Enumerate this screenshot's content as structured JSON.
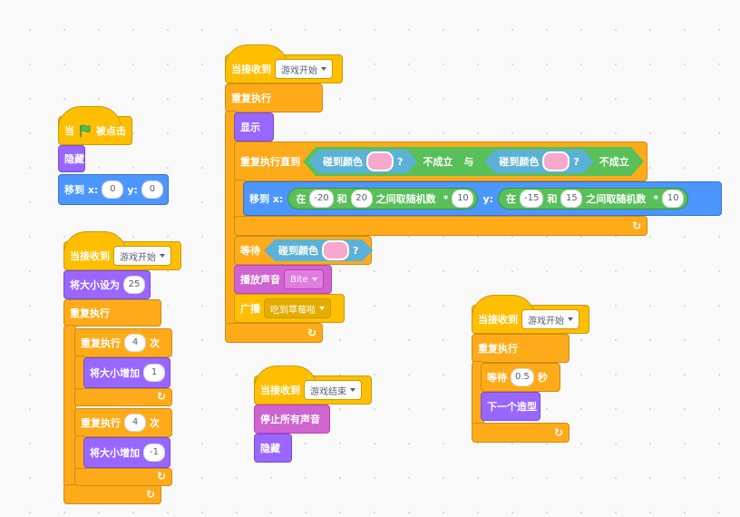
{
  "scripts": {
    "flag": {
      "hat_when": "当",
      "hat_clicked": "被点击",
      "hide": "隐藏",
      "goto_label": "移到 x:",
      "goto_y_label": "y:",
      "goto_x": "0",
      "goto_y": "0"
    },
    "sizeloop": {
      "hat_label": "当接收到",
      "hat_msg": "游戏开始",
      "setsize_label": "将大小设为",
      "setsize_value": "25",
      "forever": "重复执行",
      "repeat1_label": "重复执行",
      "repeat1_count": "4",
      "repeat1_unit": "次",
      "change1_label": "将大小增加",
      "change1_value": "1",
      "repeat2_label": "重复执行",
      "repeat2_count": "4",
      "repeat2_unit": "次",
      "change2_label": "将大小增加",
      "change2_value": "-1"
    },
    "main": {
      "hat_label": "当接收到",
      "hat_msg": "游戏开始",
      "forever": "重复执行",
      "show": "显示",
      "repeat_until": "重复执行直到",
      "touch_color1": "碰到颜色",
      "q1": "?",
      "not1": "不成立",
      "and": "与",
      "touch_color2": "碰到颜色",
      "q2": "?",
      "not2": "不成立",
      "goto_label": "移到 x:",
      "rand1_in": "在",
      "rand1_from": "-20",
      "rand1_and": "和",
      "rand1_to": "20",
      "rand1_pick": "之间取随机数",
      "mul1": "*",
      "mul1_value": "10",
      "goto_y_label": "y:",
      "rand2_in": "在",
      "rand2_from": "-15",
      "rand2_and": "和",
      "rand2_to": "15",
      "rand2_pick": "之间取随机数",
      "mul2": "*",
      "mul2_value": "10",
      "wait_label": "等待",
      "touch_color3": "碰到颜色",
      "q3": "?",
      "play_label": "播放声音",
      "play_sound": "Bite",
      "broadcast_label": "广播",
      "broadcast_msg": "吃到草莓啦"
    },
    "stop": {
      "hat_label": "当接收到",
      "hat_msg": "游戏结束",
      "stop_sounds": "停止所有声音",
      "hide": "隐藏"
    },
    "costume": {
      "hat_label": "当接收到",
      "hat_msg": "游戏开始",
      "forever": "重复执行",
      "wait_label": "等待",
      "wait_value": "0.5",
      "wait_unit": "秒",
      "next_costume": "下一个造型"
    }
  },
  "colors": {
    "events": "#ffbf00",
    "control": "#ffab19",
    "looks": "#9966ff",
    "motion": "#4c97ff",
    "sound": "#cf63cf",
    "sensing": "#5cb1d6",
    "operators": "#59c059",
    "touch_swatch": "#f7a8cf"
  },
  "icons": {
    "flag": "green-flag-icon",
    "loop": "loop-arrow-icon",
    "dropdown": "dropdown-triangle-icon"
  }
}
